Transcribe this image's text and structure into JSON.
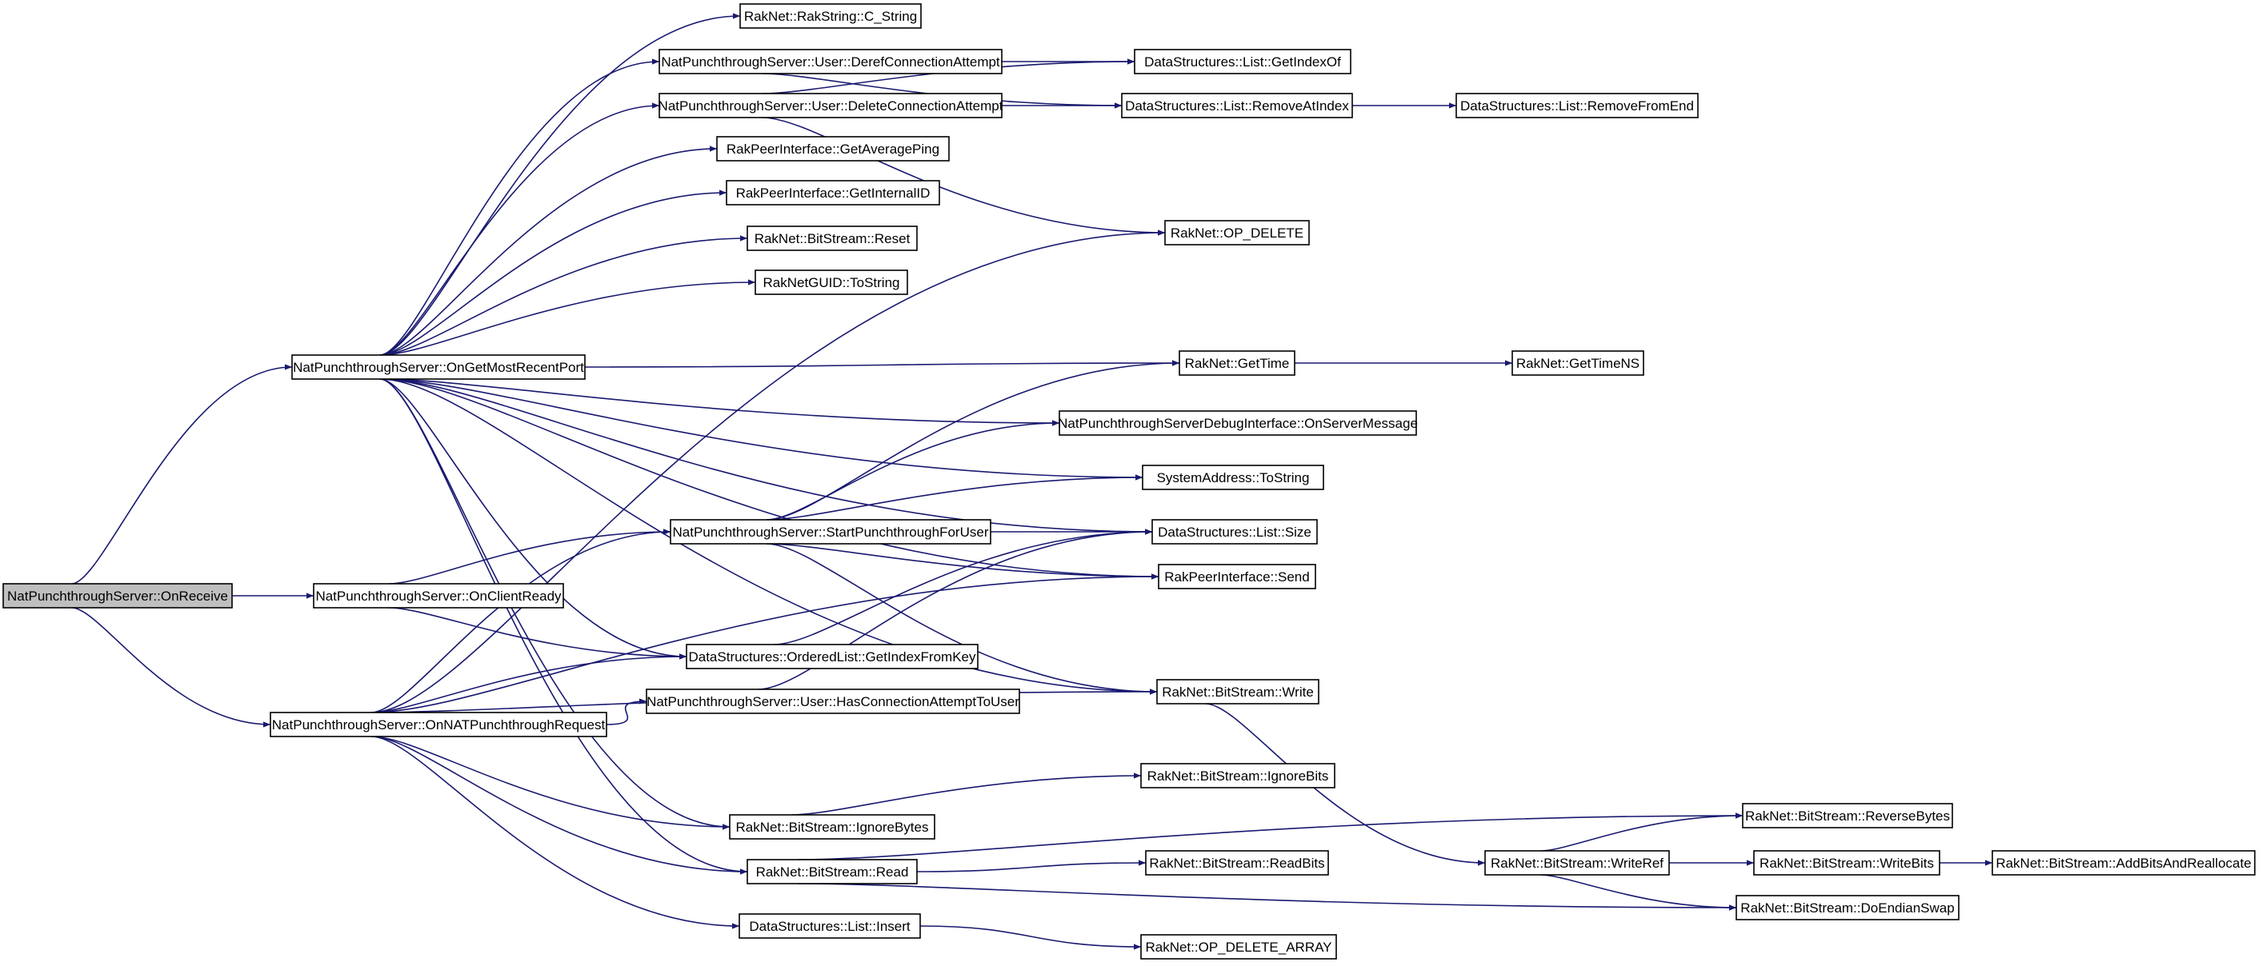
{
  "diagram": {
    "nodes": {
      "onReceive": "NatPunchthroughServer::OnReceive",
      "onGetMostRecentPort": "NatPunchthroughServer::OnGetMostRecentPort",
      "onClientReady": "NatPunchthroughServer::OnClientReady",
      "onNATPunchthroughRequest": "NatPunchthroughServer::OnNATPunchthroughRequest",
      "cString": "RakNet::RakString::C_String",
      "derefConnectionAttempt": "NatPunchthroughServer::User::DerefConnectionAttempt",
      "deleteConnectionAttempt": "NatPunchthroughServer::User::DeleteConnectionAttempt",
      "getAveragePing": "RakPeerInterface::GetAveragePing",
      "getInternalID": "RakPeerInterface::GetInternalID",
      "bitStreamReset": "RakNet::BitStream::Reset",
      "guidToString": "RakNetGUID::ToString",
      "startPunchthroughForUser": "NatPunchthroughServer::StartPunchthroughForUser",
      "getIndexFromKey": "DataStructures::OrderedList::GetIndexFromKey",
      "hasConnectionAttemptToUser": "NatPunchthroughServer::User::HasConnectionAttemptToUser",
      "ignoreBytes": "RakNet::BitStream::IgnoreBytes",
      "read": "RakNet::BitStream::Read",
      "listInsert": "DataStructures::List::Insert",
      "getIndexOf": "DataStructures::List::GetIndexOf",
      "removeAtIndex": "DataStructures::List::RemoveAtIndex",
      "opDelete": "RakNet::OP_DELETE",
      "getTime": "RakNet::GetTime",
      "onServerMessage": "NatPunchthroughServerDebugInterface::OnServerMessage",
      "saToString": "SystemAddress::ToString",
      "listSize": "DataStructures::List::Size",
      "send": "RakPeerInterface::Send",
      "write": "RakNet::BitStream::Write",
      "ignoreBits": "RakNet::BitStream::IgnoreBits",
      "readBits": "RakNet::BitStream::ReadBits",
      "opDeleteArray": "RakNet::OP_DELETE_ARRAY",
      "removeFromEnd": "DataStructures::List::RemoveFromEnd",
      "getTimeNS": "RakNet::GetTimeNS",
      "writeRef": "RakNet::BitStream::WriteRef",
      "reverseBytes": "RakNet::BitStream::ReverseBytes",
      "writeBits": "RakNet::BitStream::WriteBits",
      "doEndianSwap": "RakNet::BitStream::DoEndianSwap",
      "addBitsAndReallocate": "RakNet::BitStream::AddBitsAndReallocate"
    },
    "edges": [
      [
        "onReceive",
        "onGetMostRecentPort"
      ],
      [
        "onReceive",
        "onClientReady"
      ],
      [
        "onReceive",
        "onNATPunchthroughRequest"
      ],
      [
        "onGetMostRecentPort",
        "cString"
      ],
      [
        "onGetMostRecentPort",
        "derefConnectionAttempt"
      ],
      [
        "onGetMostRecentPort",
        "deleteConnectionAttempt"
      ],
      [
        "onGetMostRecentPort",
        "getAveragePing"
      ],
      [
        "onGetMostRecentPort",
        "getInternalID"
      ],
      [
        "onGetMostRecentPort",
        "bitStreamReset"
      ],
      [
        "onGetMostRecentPort",
        "guidToString"
      ],
      [
        "onGetMostRecentPort",
        "getTime"
      ],
      [
        "onGetMostRecentPort",
        "onServerMessage"
      ],
      [
        "onGetMostRecentPort",
        "saToString"
      ],
      [
        "onGetMostRecentPort",
        "listSize"
      ],
      [
        "onGetMostRecentPort",
        "send"
      ],
      [
        "onGetMostRecentPort",
        "getIndexFromKey"
      ],
      [
        "onGetMostRecentPort",
        "write"
      ],
      [
        "onGetMostRecentPort",
        "ignoreBytes"
      ],
      [
        "onGetMostRecentPort",
        "read"
      ],
      [
        "onClientReady",
        "startPunchthroughForUser"
      ],
      [
        "onClientReady",
        "getIndexFromKey"
      ],
      [
        "onNATPunchthroughRequest",
        "opDelete"
      ],
      [
        "onNATPunchthroughRequest",
        "startPunchthroughForUser"
      ],
      [
        "onNATPunchthroughRequest",
        "getIndexFromKey"
      ],
      [
        "onNATPunchthroughRequest",
        "hasConnectionAttemptToUser"
      ],
      [
        "onNATPunchthroughRequest",
        "send"
      ],
      [
        "onNATPunchthroughRequest",
        "write"
      ],
      [
        "onNATPunchthroughRequest",
        "ignoreBytes"
      ],
      [
        "onNATPunchthroughRequest",
        "read"
      ],
      [
        "onNATPunchthroughRequest",
        "listInsert"
      ],
      [
        "derefConnectionAttempt",
        "getIndexOf"
      ],
      [
        "derefConnectionAttempt",
        "removeAtIndex"
      ],
      [
        "deleteConnectionAttempt",
        "getIndexOf"
      ],
      [
        "deleteConnectionAttempt",
        "removeAtIndex"
      ],
      [
        "deleteConnectionAttempt",
        "opDelete"
      ],
      [
        "removeAtIndex",
        "removeFromEnd"
      ],
      [
        "getTime",
        "getTimeNS"
      ],
      [
        "startPunchthroughForUser",
        "getTime"
      ],
      [
        "startPunchthroughForUser",
        "onServerMessage"
      ],
      [
        "startPunchthroughForUser",
        "saToString"
      ],
      [
        "startPunchthroughForUser",
        "listSize"
      ],
      [
        "startPunchthroughForUser",
        "send"
      ],
      [
        "startPunchthroughForUser",
        "write"
      ],
      [
        "getIndexFromKey",
        "listSize"
      ],
      [
        "hasConnectionAttemptToUser",
        "listSize"
      ],
      [
        "ignoreBytes",
        "ignoreBits"
      ],
      [
        "read",
        "readBits"
      ],
      [
        "read",
        "reverseBytes"
      ],
      [
        "read",
        "doEndianSwap"
      ],
      [
        "listInsert",
        "opDeleteArray"
      ],
      [
        "write",
        "writeRef"
      ],
      [
        "writeRef",
        "reverseBytes"
      ],
      [
        "writeRef",
        "writeBits"
      ],
      [
        "writeRef",
        "doEndianSwap"
      ],
      [
        "writeBits",
        "addBitsAndReallocate"
      ]
    ]
  }
}
